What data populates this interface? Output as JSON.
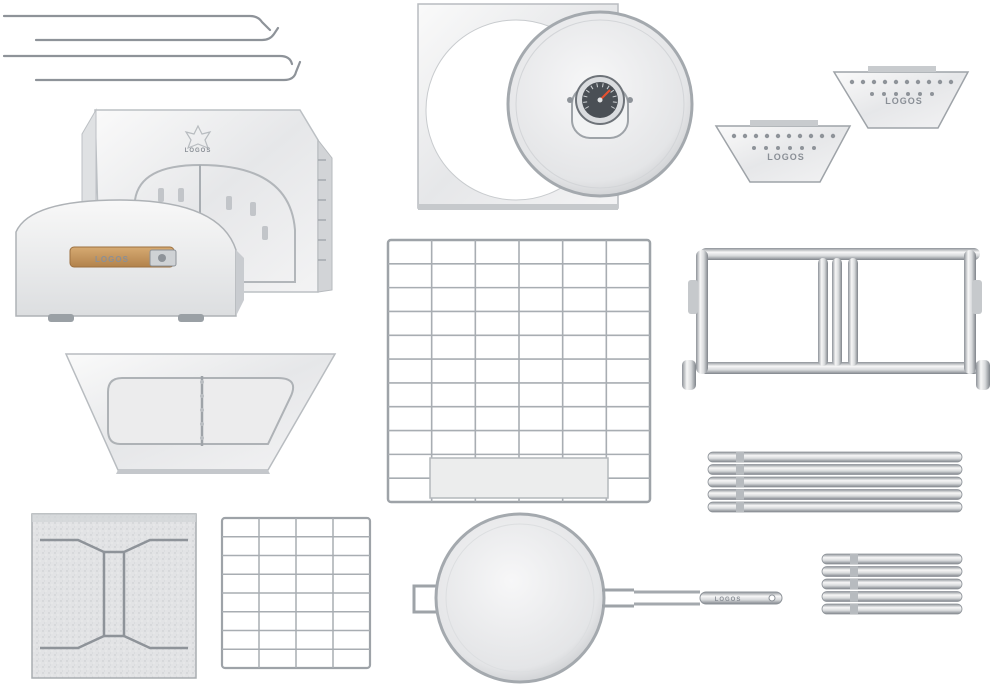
{
  "scene": {
    "description_alt": "",
    "brand_marks": {
      "oven_panel": "LOGOS",
      "tray_small": "LOGOS",
      "tray_large": "LOGOS",
      "pan_handle": "LOGOS",
      "door_handle": "LOGOS"
    },
    "colors": {
      "background": "#ffffff",
      "steel_light": "#f4f4f5",
      "steel_mid": "#d9dbde",
      "steel_dark": "#9ea3a8",
      "wood": "#c99a63"
    },
    "thermometer_ticks": 12
  }
}
